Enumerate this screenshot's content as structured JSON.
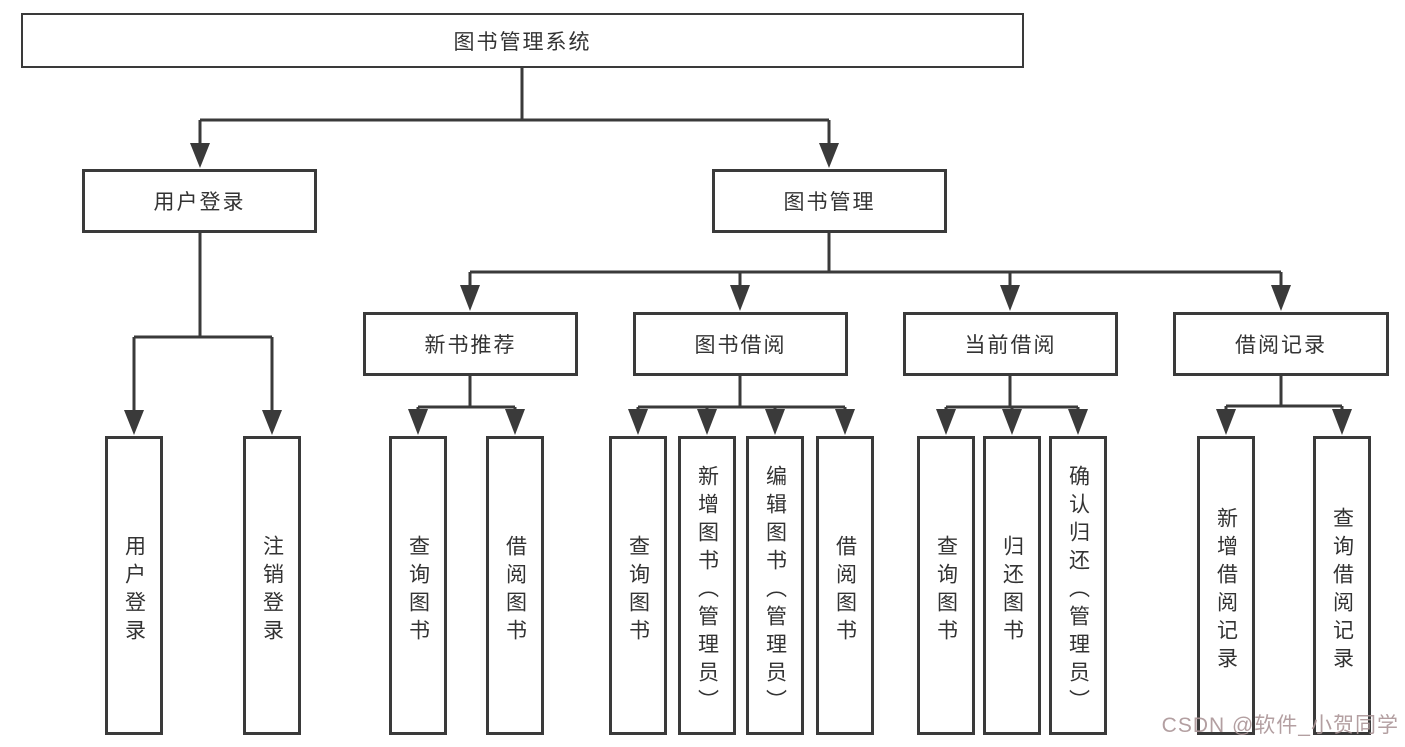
{
  "theme": {
    "line_color": "#3a3a3a",
    "border_color": "#3a3a3a",
    "text_color": "#333333",
    "background": "#ffffff",
    "watermark_color": "#ab9597"
  },
  "watermark": {
    "text": "CSDN @软件_小贺同学"
  },
  "diagram": {
    "type": "hierarchy-tree",
    "root": {
      "label": "图书管理系统",
      "children": [
        {
          "label": "用户登录",
          "children": [
            {
              "label": "用户登录"
            },
            {
              "label": "注销登录"
            }
          ]
        },
        {
          "label": "图书管理",
          "children": [
            {
              "label": "新书推荐",
              "children": [
                {
                  "label": "查询图书"
                },
                {
                  "label": "借阅图书"
                }
              ]
            },
            {
              "label": "图书借阅",
              "children": [
                {
                  "label": "查询图书"
                },
                {
                  "label": "新增图书（管理员）"
                },
                {
                  "label": "编辑图书（管理员）"
                },
                {
                  "label": "借阅图书"
                }
              ]
            },
            {
              "label": "当前借阅",
              "children": [
                {
                  "label": "查询图书"
                },
                {
                  "label": "归还图书"
                },
                {
                  "label": "确认归还（管理员）"
                }
              ]
            },
            {
              "label": "借阅记录",
              "children": [
                {
                  "label": "新增借阅记录"
                },
                {
                  "label": "查询借阅记录"
                }
              ]
            }
          ]
        }
      ]
    }
  }
}
